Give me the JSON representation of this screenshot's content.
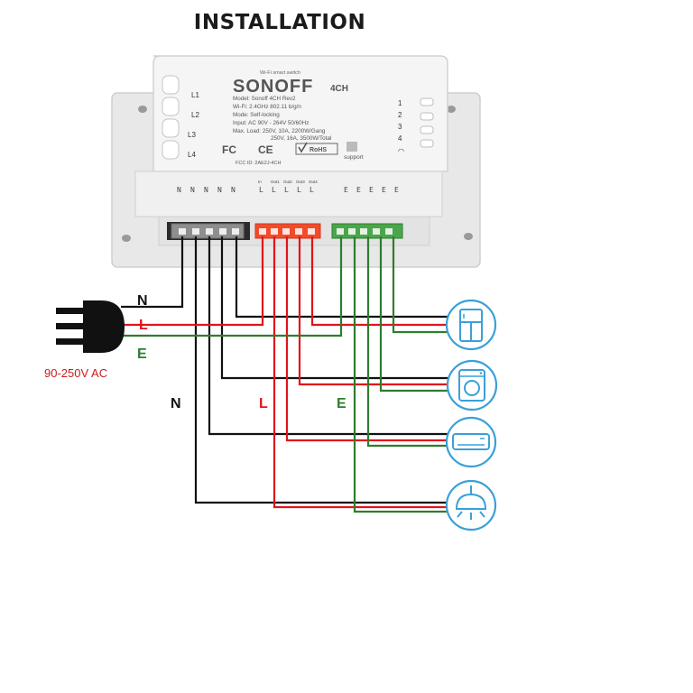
{
  "title": "INSTALLATION",
  "device": {
    "brand": "SONOFF",
    "tagline": "Wi-Fi smart switch",
    "model_suffix": "4CH",
    "spec_lines": [
      "Model: Sonoff 4CH Rev2",
      "Wi-Fi: 2.4GHz 802.11 b/g/n",
      "Mode: Self-locking",
      "Input: AC 90V - 264V 50/60Hz",
      "Max. Load: 250V, 10A, 2200W/Gang",
      "250V, 16A, 3500W/Total"
    ],
    "fcc_id": "FCC ID: 2AE2J-4CH",
    "cert_marks": [
      "FC",
      "CE",
      "RoHS",
      "support"
    ],
    "left_indicators": [
      "L1",
      "L2",
      "L3",
      "L4"
    ],
    "right_indicators": [
      "1",
      "2",
      "3",
      "4"
    ],
    "left_terminal_glyphs": [
      "N",
      "N",
      "N",
      "N",
      "N"
    ],
    "mid_terminal_top": [
      "In",
      "Out1",
      "Out2",
      "Out3",
      "Out4"
    ],
    "mid_terminal_glyphs": [
      "L",
      "L",
      "L",
      "L",
      "L"
    ],
    "right_terminal_glyphs": [
      "E",
      "E",
      "E",
      "E",
      "E"
    ]
  },
  "wire_labels": {
    "n_top": "N",
    "l_top": "L",
    "e_top": "E",
    "n_bottom": "N",
    "l_bottom": "L",
    "e_bottom": "E"
  },
  "power_label": "90-250V AC",
  "appliances": [
    "refrigerator-icon",
    "washing-machine-icon",
    "air-conditioner-icon",
    "ceiling-lamp-icon"
  ],
  "colors": {
    "neutral_wire": "#111111",
    "live_wire": "#e0141b",
    "earth_wire": "#2f7d2f",
    "terminal_grey": "#8e8e8e",
    "terminal_red": "#f24b2b",
    "terminal_green": "#4aa64a",
    "icon_blue": "#3aa0d8",
    "power_label": "#cc1b1b"
  }
}
